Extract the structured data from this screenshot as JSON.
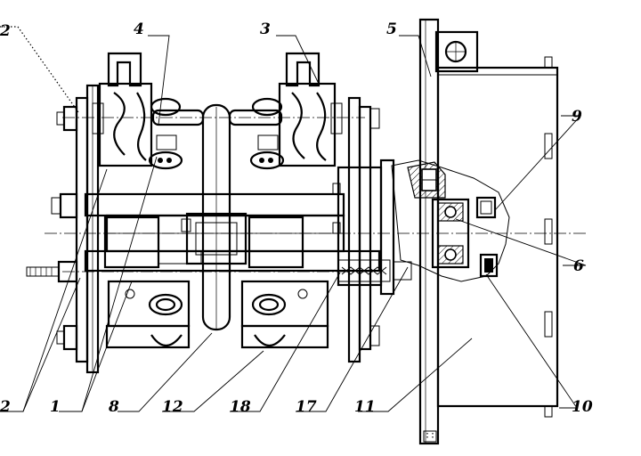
{
  "callouts": [
    {
      "id": "c1",
      "text": "1"
    },
    {
      "id": "c2-top",
      "text": "2"
    },
    {
      "id": "c2-bottom",
      "text": "2"
    },
    {
      "id": "c3",
      "text": "3"
    },
    {
      "id": "c4",
      "text": "4"
    },
    {
      "id": "c5",
      "text": "5"
    },
    {
      "id": "c6",
      "text": "6"
    },
    {
      "id": "c8",
      "text": "8"
    },
    {
      "id": "c9",
      "text": "9"
    },
    {
      "id": "c10",
      "text": "10"
    },
    {
      "id": "c11",
      "text": "11"
    },
    {
      "id": "c12",
      "text": "12"
    },
    {
      "id": "c17",
      "text": "17"
    },
    {
      "id": "c18",
      "text": "18"
    }
  ]
}
